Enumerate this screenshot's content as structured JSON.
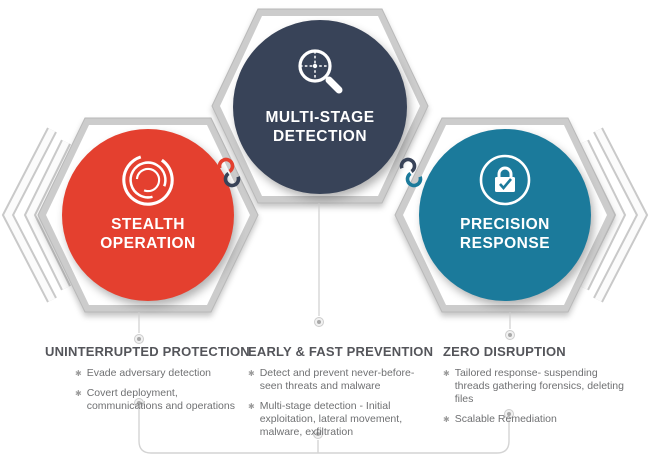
{
  "diagram": {
    "title": "endpoint protection capability diagram",
    "colors": {
      "stealth_red": "#e4402f",
      "detection_navy": "#384358",
      "response_teal": "#1b7a9b",
      "hexagon_gray": "#cccccc",
      "line_gray": "#d2d2d2",
      "heading_gray": "#54555a",
      "bullet_gray": "#6f7072"
    },
    "circles": [
      {
        "name": "stealth-operation",
        "label": "STEALTH\nOPERATION",
        "color": "#e4402f",
        "icon": "stealth-rings-icon"
      },
      {
        "name": "multi-stage-detection",
        "label": "MULTI-STAGE\nDETECTION",
        "color": "#384358",
        "icon": "magnifier-crosshair-icon"
      },
      {
        "name": "precision-response",
        "label": "PRECISION\nRESPONSE",
        "color": "#1b7a9b",
        "icon": "lock-check-icon"
      }
    ],
    "bullet_glyph": "✱",
    "columns": [
      {
        "heading": "UNINTERRUPTED PROTECTION",
        "bullets": [
          "Evade adversary detection",
          "Covert deployment, communications and operations"
        ]
      },
      {
        "heading": "EARLY & FAST PREVENTION",
        "bullets": [
          "Detect and prevent never-before-seen threats and malware",
          "Multi-stage detection - Initial exploitation, lateral movement, malware, exfiltration"
        ]
      },
      {
        "heading": "ZERO DISRUPTION",
        "bullets": [
          "Tailored response- suspending threads gathering forensics, deleting files",
          "Scalable Remediation"
        ]
      }
    ]
  }
}
